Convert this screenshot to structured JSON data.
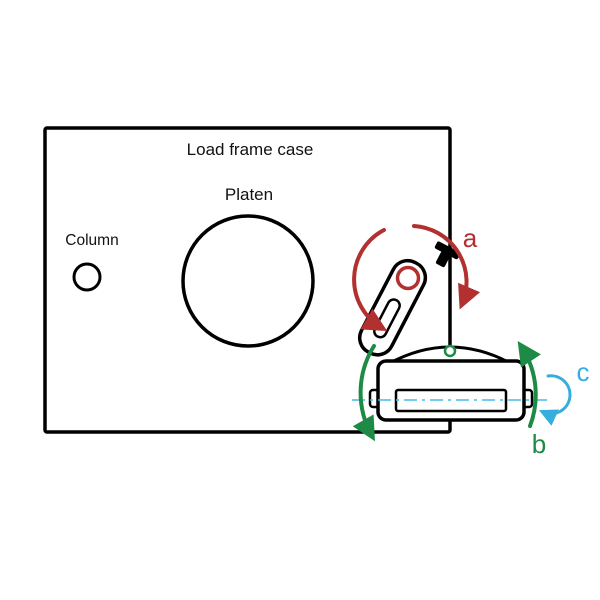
{
  "diagram": {
    "case_label": "Load frame case",
    "platen_label": "Platen",
    "column_label": "Column",
    "rotations": {
      "a": "a",
      "b": "b",
      "c": "c"
    },
    "colors": {
      "rotation_a": "#b23030",
      "rotation_b": "#1d8b45",
      "rotation_c": "#35aede",
      "axis_line": "#4ab9e8",
      "pivot_ring": "#b23030",
      "indicator_dot": "#1d8b45"
    }
  }
}
